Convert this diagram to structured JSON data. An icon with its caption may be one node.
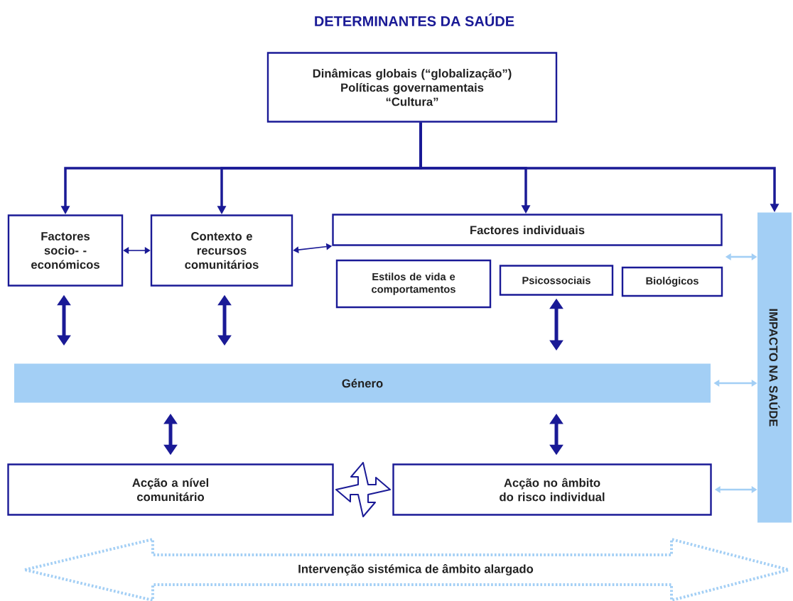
{
  "diagram": {
    "title": "DETERMINANTES DA SAÚDE",
    "nodes": [
      {
        "text": [
          "Dinâmicas globais (“globalização”)",
          "Políticas governamentais",
          "“Cultura”"
        ]
      },
      {
        "text": [
          "Factores socio- -económicos"
        ]
      },
      {
        "text": [
          "Contexto e recursos comunitários"
        ]
      },
      {
        "text": [
          "Factores individuais"
        ]
      },
      {
        "text": [
          "Estilos de vida e comportamentos"
        ]
      },
      {
        "text": [
          "Psicossociais"
        ]
      },
      {
        "text": [
          "Biológicos"
        ]
      },
      {
        "text": [
          "IMPACTO NA SAÚDE"
        ]
      },
      {
        "text": [
          "Género"
        ]
      },
      {
        "text": [
          "Acção a nível comunitário"
        ]
      },
      {
        "text": [
          "Acção no âmbito do risco individual"
        ]
      },
      {
        "text": [
          "Intervenção sistémica de âmbito alargado"
        ]
      }
    ],
    "edges": [
      {
        "from": 0,
        "to": 1,
        "arrow": "to"
      },
      {
        "from": 0,
        "to": 2,
        "arrow": "to"
      },
      {
        "from": 0,
        "to": 3,
        "arrow": "to"
      },
      {
        "from": 0,
        "to": 7,
        "arrow": "to"
      },
      {
        "from": 1,
        "to": 2,
        "arrow": "both"
      },
      {
        "from": 2,
        "to": 3,
        "arrow": "both"
      },
      {
        "from": 1,
        "to": 8,
        "arrow": "both"
      },
      {
        "from": 2,
        "to": 8,
        "arrow": "both"
      },
      {
        "from": 5,
        "to": 8,
        "arrow": "both"
      },
      {
        "from": 8,
        "to": 9,
        "arrow": "both"
      },
      {
        "from": 8,
        "to": 10,
        "arrow": "both"
      },
      {
        "from": 9,
        "to": 10,
        "arrow": "both"
      },
      {
        "from": 3,
        "to": 7,
        "arrow": "both",
        "color": "#a3cff5"
      },
      {
        "from": 8,
        "to": 7,
        "arrow": "both",
        "color": "#a3cff5"
      },
      {
        "from": 10,
        "to": 7,
        "arrow": "both",
        "color": "#a3cff5"
      }
    ]
  }
}
